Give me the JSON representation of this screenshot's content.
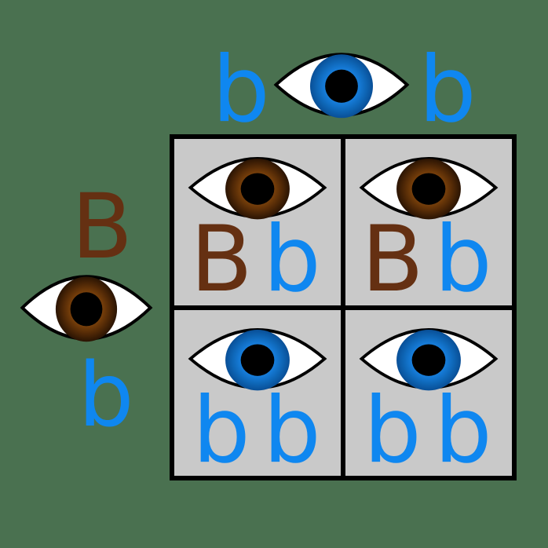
{
  "diagram": {
    "type": "punnett-square",
    "subject": "eye color inheritance cross"
  },
  "colors": {
    "background": "#4a7150",
    "cell_fill": "#c9c9c9",
    "grid_border": "#000000",
    "allele_dominant_brown": "#653012",
    "allele_recessive_blue": "#0f87f0",
    "iris_blue_center": "#2d9df8",
    "iris_blue_edge": "#094f97",
    "iris_brown_center": "#a05a10",
    "iris_brown_edge": "#2a1403",
    "sclera": "#ffffff",
    "pupil": "#000000"
  },
  "parents": {
    "top": {
      "description": "blue-eyed parent",
      "eye": "blue",
      "alleles": [
        "b",
        "b"
      ]
    },
    "left": {
      "description": "brown-eyed parent",
      "eye": "brown",
      "alleles": [
        "B",
        "b"
      ]
    }
  },
  "punnett": {
    "rows": 2,
    "cols": 2,
    "cells": [
      {
        "row": 0,
        "col": 0,
        "eye": "brown",
        "genotype": [
          "B",
          "b"
        ]
      },
      {
        "row": 0,
        "col": 1,
        "eye": "brown",
        "genotype": [
          "B",
          "b"
        ]
      },
      {
        "row": 1,
        "col": 0,
        "eye": "blue",
        "genotype": [
          "b",
          "b"
        ]
      },
      {
        "row": 1,
        "col": 1,
        "eye": "blue",
        "genotype": [
          "b",
          "b"
        ]
      }
    ]
  }
}
